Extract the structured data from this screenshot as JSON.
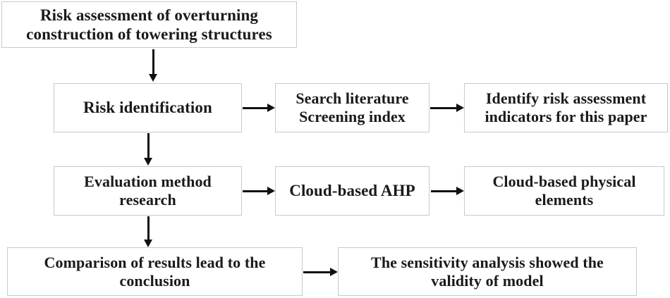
{
  "diagram": {
    "title": "Risk assessment flowchart",
    "colors": {
      "box_border": "#c9c9c9",
      "box_fill": "#ffffff",
      "text": "#1a1a1a",
      "arrow": "#111111",
      "background": "#ffffff"
    },
    "nodes": [
      {
        "id": "risk-assessment-title",
        "text": "Risk assessment of overturning\nconstruction of towering structures"
      },
      {
        "id": "risk-identification",
        "text": "Risk identification"
      },
      {
        "id": "search-literature",
        "text": "Search literature\nScreening index"
      },
      {
        "id": "identify-indicators",
        "text": "Identify risk assessment\nindicators for this paper"
      },
      {
        "id": "evaluation-method-research",
        "text": "Evaluation method\nresearch"
      },
      {
        "id": "cloud-based-ahp",
        "text": "Cloud-based AHP"
      },
      {
        "id": "cloud-based-physical-elements",
        "text": "Cloud-based physical\nelements"
      },
      {
        "id": "comparison-conclusion",
        "text": "Comparison of results lead to the\nconclusion"
      },
      {
        "id": "sensitivity-analysis",
        "text": "The sensitivity analysis showed the\nvalidity of  model"
      }
    ],
    "edges": [
      {
        "id": "title-to-risk-identification",
        "from": "risk-assessment-title",
        "to": "risk-identification",
        "direction": "down"
      },
      {
        "id": "risk-identification-to-evaluation",
        "from": "risk-identification",
        "to": "evaluation-method-research",
        "direction": "down"
      },
      {
        "id": "evaluation-to-comparison",
        "from": "evaluation-method-research",
        "to": "comparison-conclusion",
        "direction": "down"
      },
      {
        "id": "risk-identification-to-search",
        "from": "risk-identification",
        "to": "search-literature",
        "direction": "right"
      },
      {
        "id": "search-to-identify-indicators",
        "from": "search-literature",
        "to": "identify-indicators",
        "direction": "right"
      },
      {
        "id": "evaluation-to-ahp",
        "from": "evaluation-method-research",
        "to": "cloud-based-ahp",
        "direction": "right"
      },
      {
        "id": "ahp-to-physical-elements",
        "from": "cloud-based-ahp",
        "to": "cloud-based-physical-elements",
        "direction": "right"
      },
      {
        "id": "comparison-to-sensitivity",
        "from": "comparison-conclusion",
        "to": "sensitivity-analysis",
        "direction": "right"
      }
    ]
  }
}
